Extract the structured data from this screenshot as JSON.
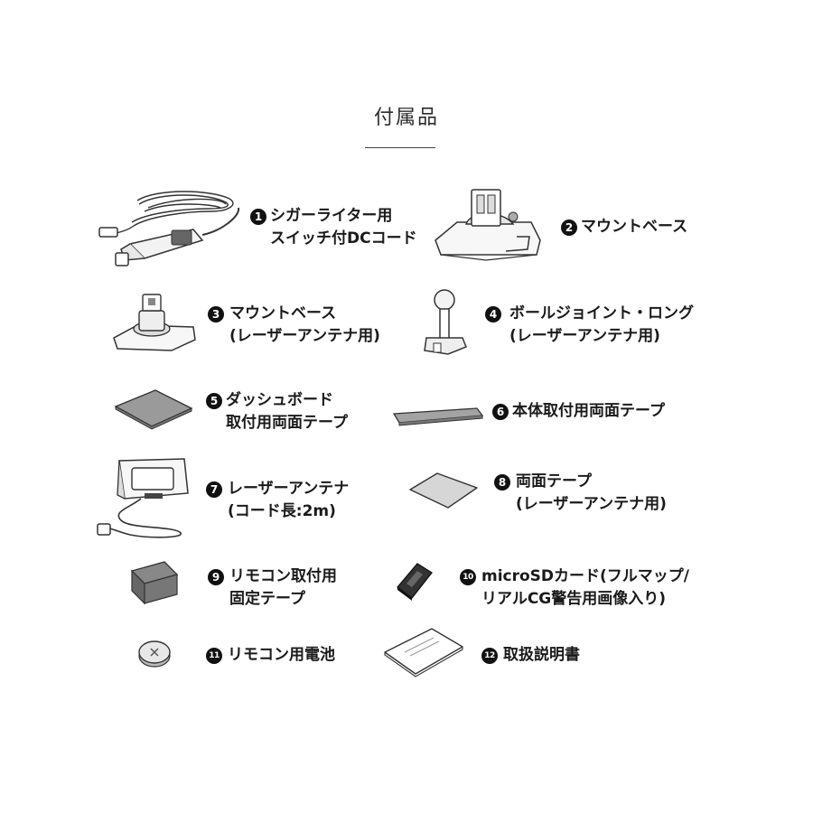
{
  "title": "付属品",
  "items": [
    {
      "number": "1",
      "lines": [
        "シガーライター用",
        "スイッチ付DCコード"
      ],
      "icon": "dc-cord-icon"
    },
    {
      "number": "2",
      "lines": [
        "マウントベース"
      ],
      "icon": "mount-base-icon"
    },
    {
      "number": "3",
      "lines": [
        "マウントベース",
        "(レーザーアンテナ用)"
      ],
      "icon": "antenna-mount-base-icon"
    },
    {
      "number": "4",
      "lines": [
        "ボールジョイント・ロング",
        "(レーザーアンテナ用)"
      ],
      "icon": "ball-joint-icon"
    },
    {
      "number": "5",
      "lines": [
        "ダッシュボード",
        "取付用両面テープ"
      ],
      "icon": "dashboard-tape-icon"
    },
    {
      "number": "6",
      "lines": [
        "本体取付用両面テープ"
      ],
      "icon": "body-tape-icon"
    },
    {
      "number": "7",
      "lines": [
        "レーザーアンテナ",
        "(コード長:2m)"
      ],
      "icon": "laser-antenna-icon"
    },
    {
      "number": "8",
      "lines": [
        "両面テープ",
        "(レーザーアンテナ用)"
      ],
      "icon": "double-sided-tape-icon"
    },
    {
      "number": "9",
      "lines": [
        "リモコン取付用",
        "固定テープ"
      ],
      "icon": "remote-tape-icon"
    },
    {
      "number": "10",
      "lines": [
        "microSDカード(フルマップ/",
        "リアルCG警告用画像入り)"
      ],
      "icon": "microsd-card-icon"
    },
    {
      "number": "11",
      "lines": [
        "リモコン用電池"
      ],
      "icon": "coin-battery-icon"
    },
    {
      "number": "12",
      "lines": [
        "取扱説明書"
      ],
      "icon": "manual-icon"
    }
  ]
}
